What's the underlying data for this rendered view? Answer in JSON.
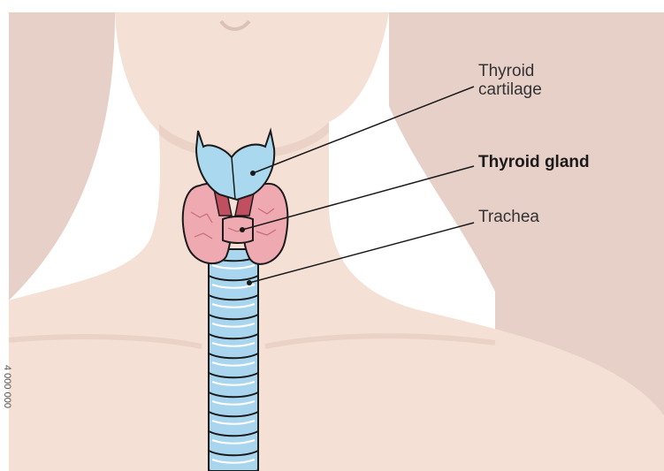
{
  "labels": {
    "thyroid_cartilage": "Thyroid\ncartilage",
    "thyroid_gland": "Thyroid gland",
    "trachea": "Trachea"
  },
  "side_code": "4 000 000",
  "colors": {
    "background_silhouette": "#e6d0c8",
    "skin": "#f4e0d4",
    "cartilage": "#a9d8ef",
    "gland": "#efa9b1",
    "trachea_ring": "#a9d6ee",
    "outline": "#1a1a1a"
  }
}
